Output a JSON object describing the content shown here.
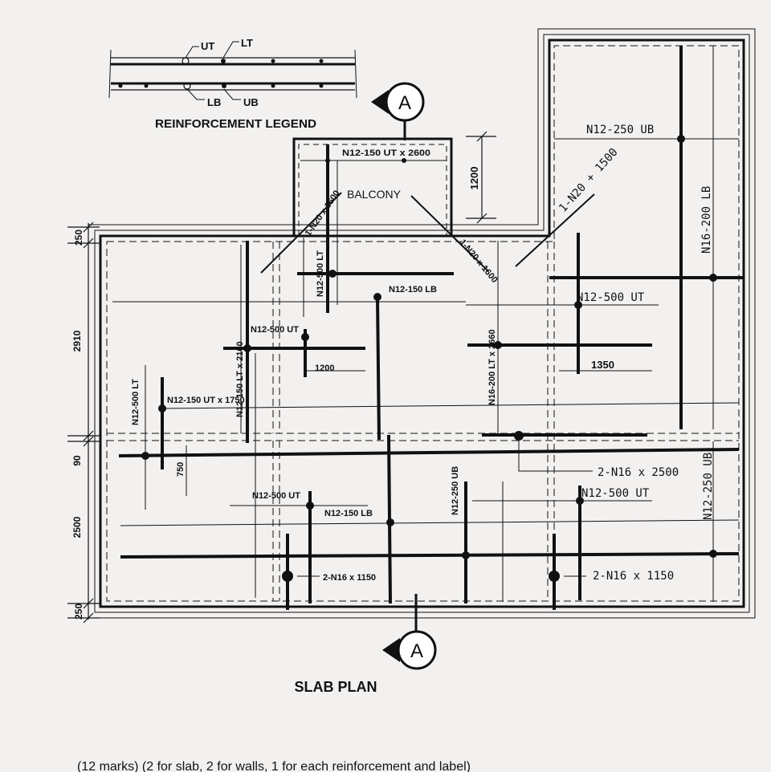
{
  "legend": {
    "title": "REINFORCEMENT LEGEND",
    "ut": "UT",
    "lt": "LT",
    "lb": "LB",
    "ub": "UB"
  },
  "section_marker": {
    "top": "A",
    "bottom": "A"
  },
  "title": "SLAB PLAN",
  "balcony_label": "BALCONY",
  "footer_text": "(12 marks) (2 for slab, 2 for walls, 1 for each reinforcement and label)",
  "dimensions": {
    "d250_top": "250",
    "d2910": "2910",
    "d90": "90",
    "d2500": "2500",
    "d250_bottom": "250",
    "d1200_balcony": "1200",
    "d1200_inner": "1200",
    "d1350": "1350",
    "d750": "750"
  },
  "bar_labels": {
    "balcony_ut": "N12-150 UT x 2600",
    "diag_left": "1-N20 x 1600",
    "diag_right": "1-N20 x 1600",
    "n12_500_lt_balcony": "N12-500 LT",
    "n12_250_ub_top": "N12-250 UB",
    "diag_n20_1500": "1-N20 + 1500",
    "n16_200_lb": "N16-200 LB",
    "n12_150_lb_mid": "N12-150 LB",
    "n12_500_ut_right": "N12-500 UT",
    "n12_150_lt_2100": "N12-150 LT x 2100",
    "n12_500_ut_left": "N12-500 UT",
    "n16_200_lt_2660": "N16-200 LT x 2660",
    "n12_500_lt_left": "N12-500 LT",
    "n12_150_ut_1750": "N12-150 UT x 1750",
    "n16_2500": "2-N16  x  2500",
    "n12_500_ut_low_left": "N12-500 UT",
    "n12_150_lb_low": "N12-150 LB",
    "n12_250_ub_mid": "N12-250 UB",
    "n12_500_ut_low_right": "N12-500 UT",
    "n12_250_ub_right": "N12-250 UB",
    "n16_1150_left": "2-N16 x 1150",
    "n16_1150_right": "2-N16  x  1150"
  }
}
